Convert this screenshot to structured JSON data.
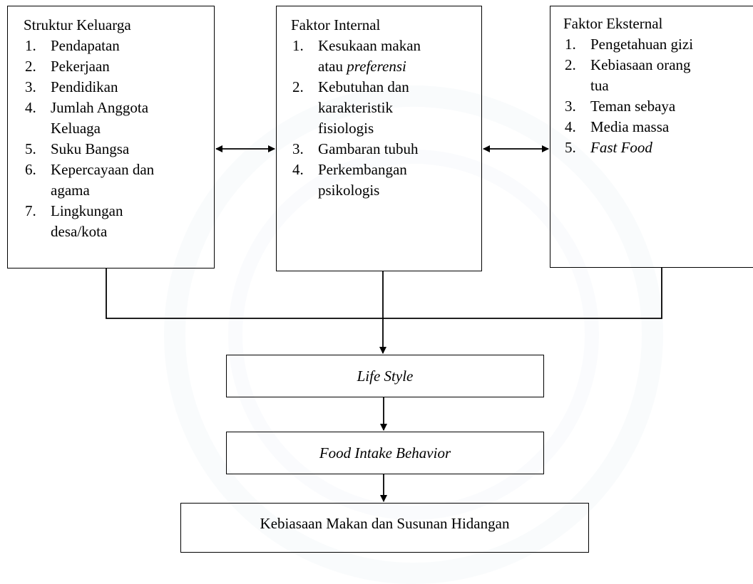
{
  "struktur": {
    "title": "Struktur Keluarga",
    "items": [
      {
        "num": "1.",
        "lines": [
          "Pendapatan"
        ]
      },
      {
        "num": "2.",
        "lines": [
          "Pekerjaan"
        ]
      },
      {
        "num": "3.",
        "lines": [
          "Pendidikan"
        ]
      },
      {
        "num": "4.",
        "lines": [
          "Jumlah Anggota",
          "Keluaga"
        ]
      },
      {
        "num": "5.",
        "lines": [
          "Suku Bangsa"
        ]
      },
      {
        "num": "6.",
        "lines": [
          "Kepercayaan dan",
          "agama"
        ]
      },
      {
        "num": "7.",
        "lines": [
          "Lingkungan",
          "desa/kota"
        ]
      }
    ]
  },
  "internal": {
    "title": "Faktor Internal",
    "items": [
      {
        "num": "1.",
        "line1": "Kesukaan makan",
        "line2_prefix": "atau ",
        "line2_italic": "preferensi"
      },
      {
        "num": "2.",
        "lines": [
          "Kebutuhan dan",
          "karakteristik",
          "fisiologis"
        ]
      },
      {
        "num": "3.",
        "lines": [
          "Gambaran tubuh"
        ]
      },
      {
        "num": "4.",
        "lines": [
          "Perkembangan",
          "psikologis"
        ]
      }
    ]
  },
  "eksternal": {
    "title": "Faktor Eksternal",
    "items": [
      {
        "num": "1.",
        "lines": [
          "Pengetahuan gizi"
        ]
      },
      {
        "num": "2.",
        "lines": [
          "Kebiasaan orang",
          "tua"
        ]
      },
      {
        "num": "3.",
        "lines": [
          "Teman sebaya"
        ]
      },
      {
        "num": "4.",
        "lines": [
          "Media massa"
        ]
      },
      {
        "num": "5.",
        "lines": [
          "Fast Food"
        ],
        "italic": true
      }
    ]
  },
  "lifestyle": "Life Style",
  "food_intake": "Food Intake Behavior",
  "kebiasaan": "Kebiasaan Makan dan Susunan Hidangan"
}
